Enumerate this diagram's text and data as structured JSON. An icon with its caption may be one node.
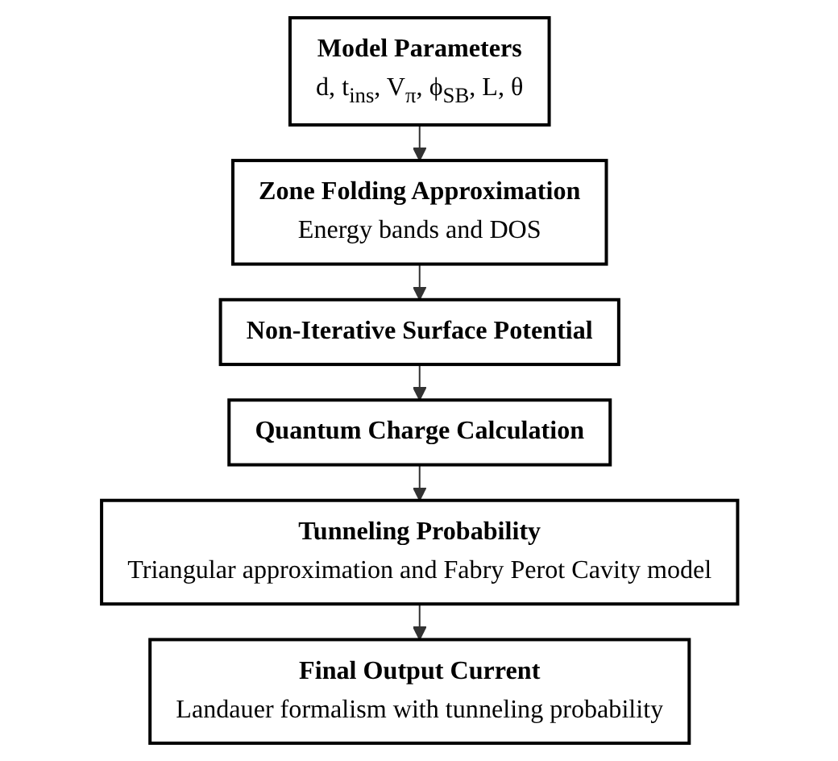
{
  "diagram": {
    "nodes": [
      {
        "text": [
          "Model Parameters",
          "d, t$_{ins}$, V$_{π}$, ϕ$_{SB}$, L, θ"
        ]
      },
      {
        "text": [
          "Zone Folding Approximation",
          "Energy bands and DOS"
        ]
      },
      {
        "text": [
          "Non-Iterative Surface Potential"
        ]
      },
      {
        "text": [
          "Quantum Charge Calculation"
        ]
      },
      {
        "text": [
          "Tunneling Probability",
          "Triangular approximation and Fabry Perot Cavity model"
        ]
      },
      {
        "text": [
          "Final Output Current",
          "Landauer formalism with tunneling probability"
        ]
      }
    ],
    "edges": [
      {
        "from": 0,
        "to": 1,
        "arrow": "to"
      },
      {
        "from": 1,
        "to": 2,
        "arrow": "to"
      },
      {
        "from": 2,
        "to": 3,
        "arrow": "to"
      },
      {
        "from": 3,
        "to": 4,
        "arrow": "to"
      },
      {
        "from": 4,
        "to": 5,
        "arrow": "to"
      }
    ]
  }
}
